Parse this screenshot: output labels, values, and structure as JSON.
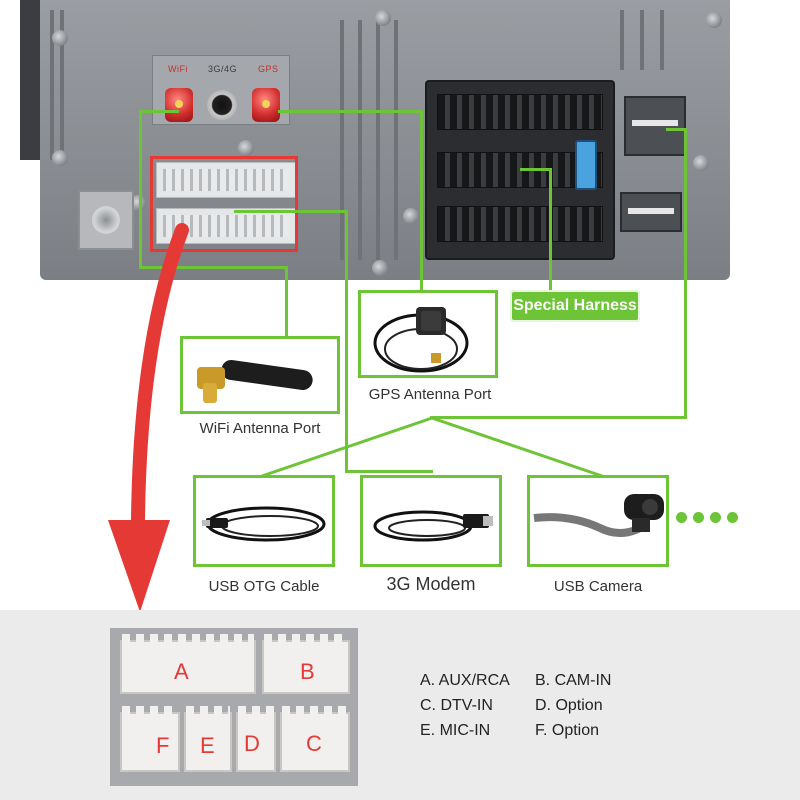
{
  "plate_labels": {
    "left": "WiFi",
    "middle": "3G/4G",
    "right": "GPS"
  },
  "callout_badge": "Special Harness",
  "products": [
    {
      "id": "wifi",
      "caption": "WiFi Antenna Port"
    },
    {
      "id": "gps",
      "caption": "GPS Antenna Port"
    },
    {
      "id": "usb_otg",
      "caption": "USB OTG Cable"
    },
    {
      "id": "modem",
      "caption": "3G Modem"
    },
    {
      "id": "camera",
      "caption": "USB Camera"
    }
  ],
  "connector_letters": {
    "a": "A",
    "b": "B",
    "c": "C",
    "d": "D",
    "e": "E",
    "f": "F"
  },
  "legend": [
    {
      "left": "A. AUX/RCA",
      "right": "B. CAM-IN"
    },
    {
      "left": "C. DTV-IN",
      "right": "D. Option"
    },
    {
      "left": "E. MIC-IN",
      "right": "F. Option"
    }
  ],
  "colors": {
    "callout_green": "#6cc436",
    "highlight_red": "#e53935"
  },
  "more_items_icon": "ellipsis-dots-icon"
}
